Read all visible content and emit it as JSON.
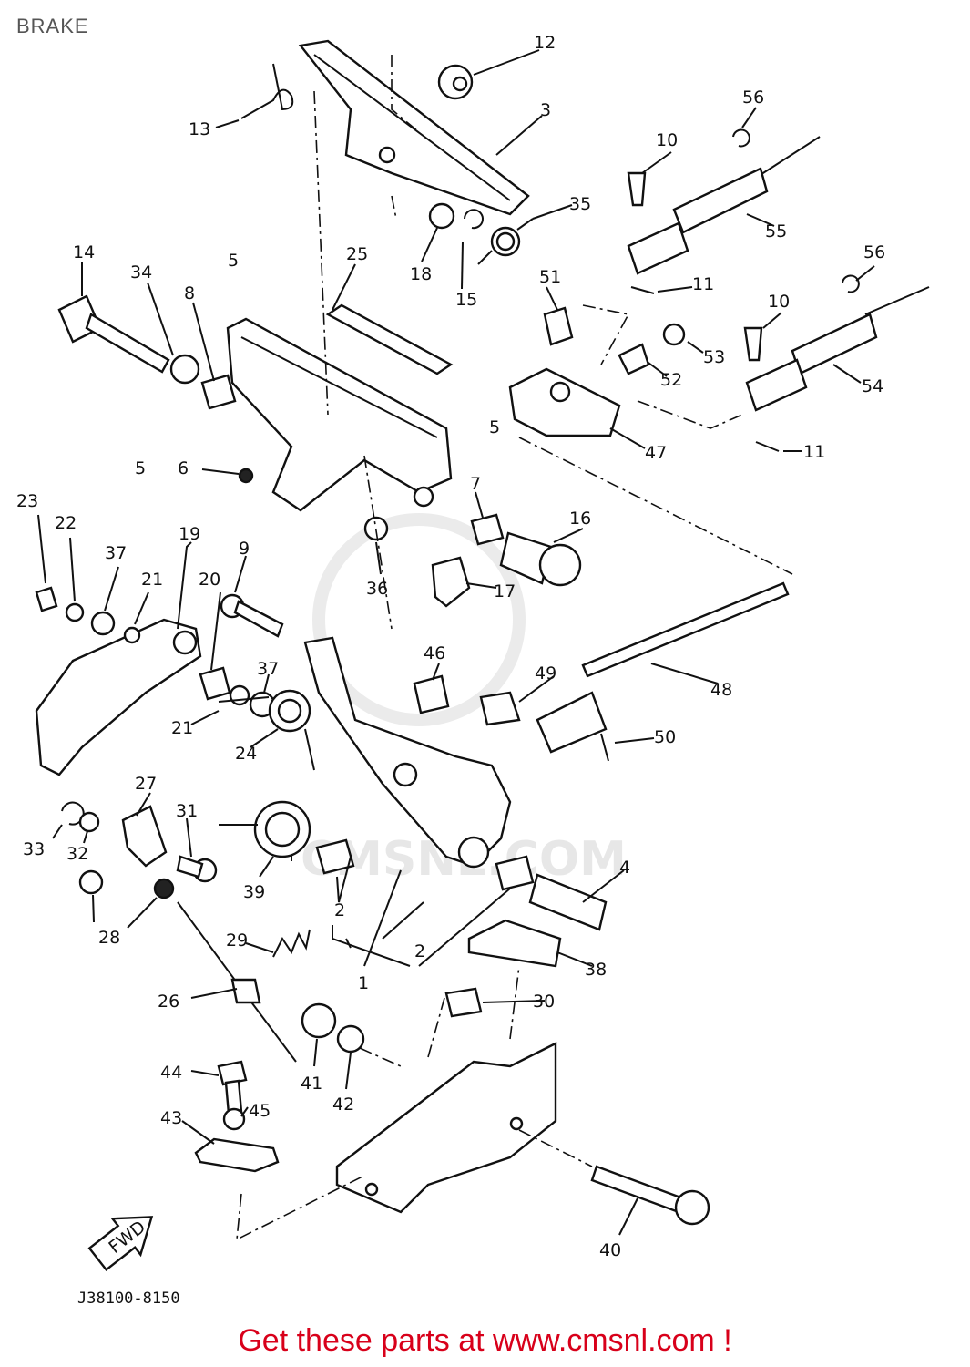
{
  "header": {
    "title": "BRAKE"
  },
  "diagram": {
    "drawing_code": "J38100-8150",
    "direction_tag": "FWD",
    "watermark": "CMSNL.COM",
    "callouts": [
      "1",
      "2",
      "3",
      "4",
      "5",
      "6",
      "7",
      "8",
      "9",
      "10",
      "11",
      "12",
      "13",
      "14",
      "15",
      "16",
      "17",
      "18",
      "19",
      "20",
      "21",
      "22",
      "23",
      "24",
      "25",
      "26",
      "27",
      "28",
      "29",
      "30",
      "31",
      "32",
      "33",
      "34",
      "35",
      "36",
      "37",
      "38",
      "39",
      "40",
      "41",
      "42",
      "43",
      "44",
      "45",
      "46",
      "47",
      "48",
      "49",
      "50",
      "51",
      "52",
      "53",
      "54",
      "55",
      "56"
    ]
  },
  "footer": {
    "text": "Get these parts at www.cmsnl.com !"
  }
}
